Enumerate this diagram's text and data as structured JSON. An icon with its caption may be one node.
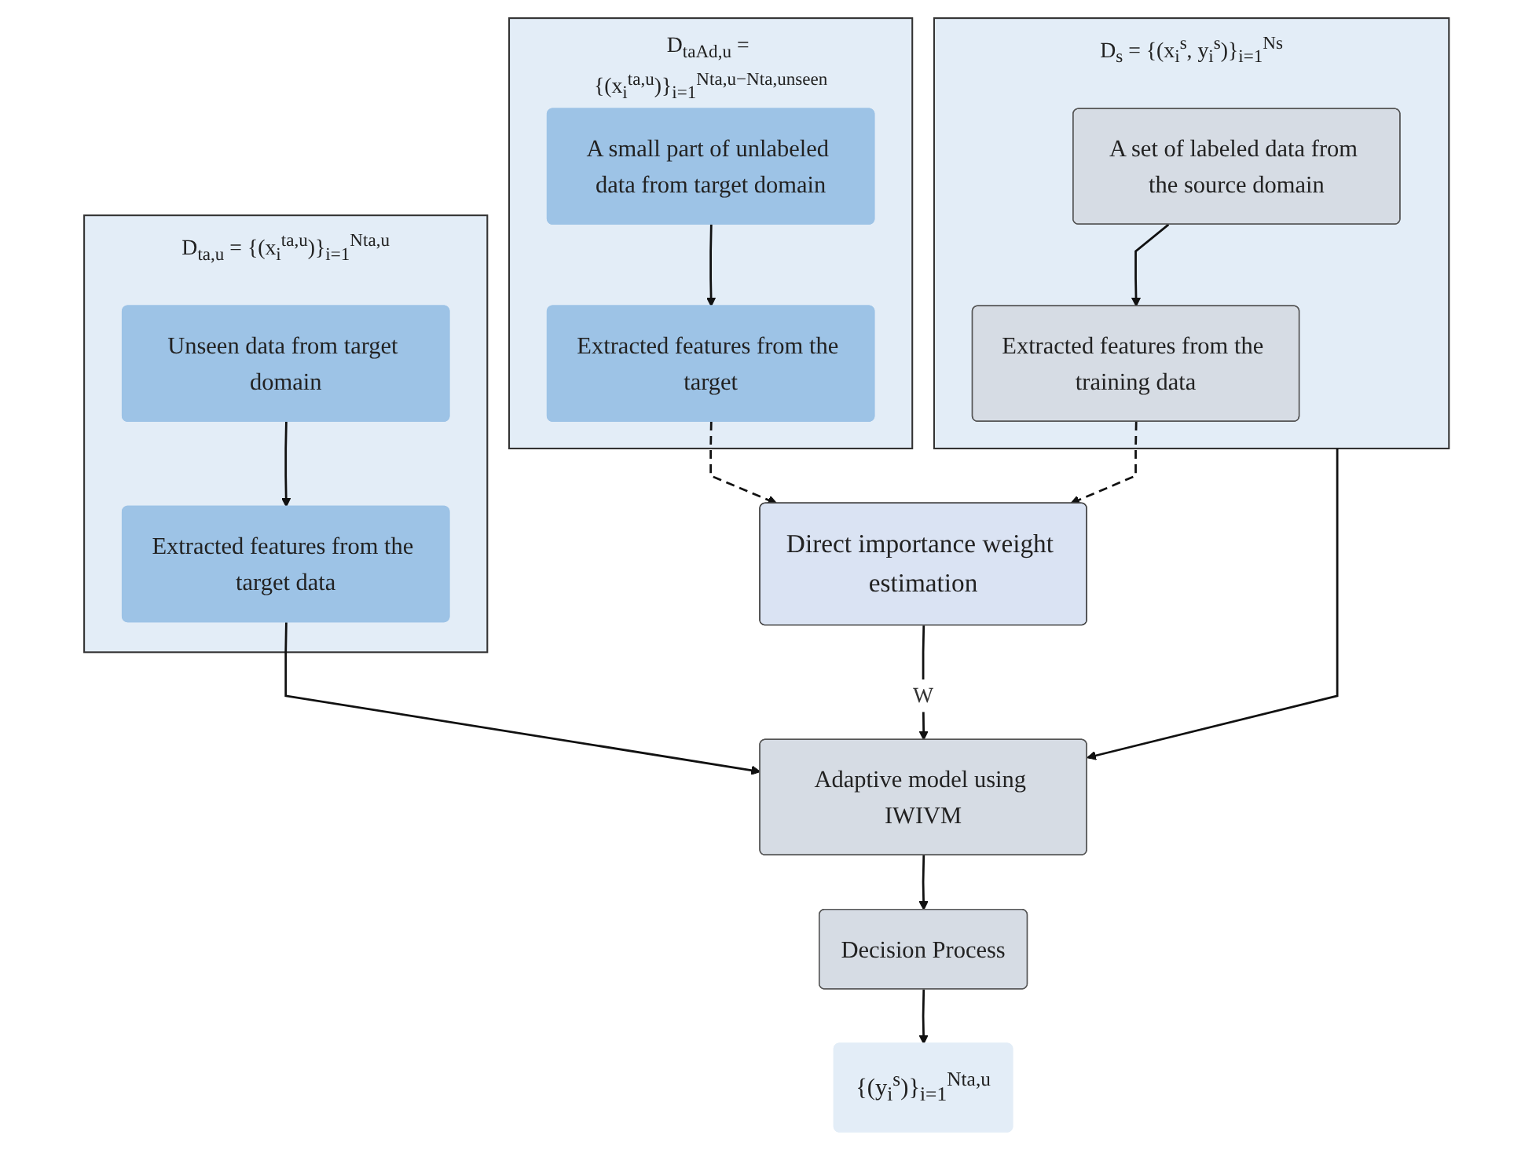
{
  "diagram": {
    "nodes": [
      {
        "text": [
          "D$_{taAd,u}$ = {(x$_{i}$$^{ta,u}$)}$_{i=1}$$^{Nta,u−Nta,unseen}$"
        ]
      },
      {
        "text": [
          "A small part of unlabeled data from target domain"
        ],
        "in": 0
      },
      {
        "text": [
          "Extracted features from the target"
        ],
        "in": 0
      },
      {
        "text": [
          "D$_{s}$ = {(x$_{i}$$^{s}$, y$_{i}$$^{s}$)}$_{i=1}$$^{Ns}$"
        ]
      },
      {
        "text": [
          "A set of labeled data from the source domain"
        ],
        "in": 3
      },
      {
        "text": [
          "Extracted features from the training data"
        ],
        "in": 3
      },
      {
        "text": [
          "D$_{ta,u}$ = {(x$_{i}$$^{ta,u}$)}$_{i=1}$$^{Nta,u}$"
        ]
      },
      {
        "text": [
          "Unseen data from target domain"
        ],
        "in": 6
      },
      {
        "text": [
          "Extracted features from the target data"
        ],
        "in": 6
      },
      {
        "text": [
          "Direct importance weight estimation"
        ]
      },
      {
        "text": [
          "Adaptive model using IWIVM"
        ]
      },
      {
        "text": [
          "Decision Process"
        ]
      },
      {
        "text": [
          "{(y$_{i}$$^{s}$)}$_{i=1}$$^{Nta,u}$"
        ]
      }
    ],
    "edges": [
      {
        "from": 1,
        "to": 2,
        "arrow": "to"
      },
      {
        "from": 4,
        "to": 5,
        "arrow": "to"
      },
      {
        "from": 7,
        "to": 8,
        "arrow": "to"
      },
      {
        "from": 2,
        "to": 9,
        "arrow": "to",
        "style": "dashed"
      },
      {
        "from": 5,
        "to": 9,
        "arrow": "to",
        "style": "dashed"
      },
      {
        "from": 3,
        "to": 10,
        "arrow": "to"
      },
      {
        "from": 9,
        "to": 10,
        "arrow": "to",
        "label": "W"
      },
      {
        "from": 8,
        "to": 10,
        "arrow": "to"
      },
      {
        "from": 10,
        "to": 11,
        "arrow": "to"
      },
      {
        "from": 11,
        "to": 12,
        "arrow": "to"
      }
    ]
  }
}
